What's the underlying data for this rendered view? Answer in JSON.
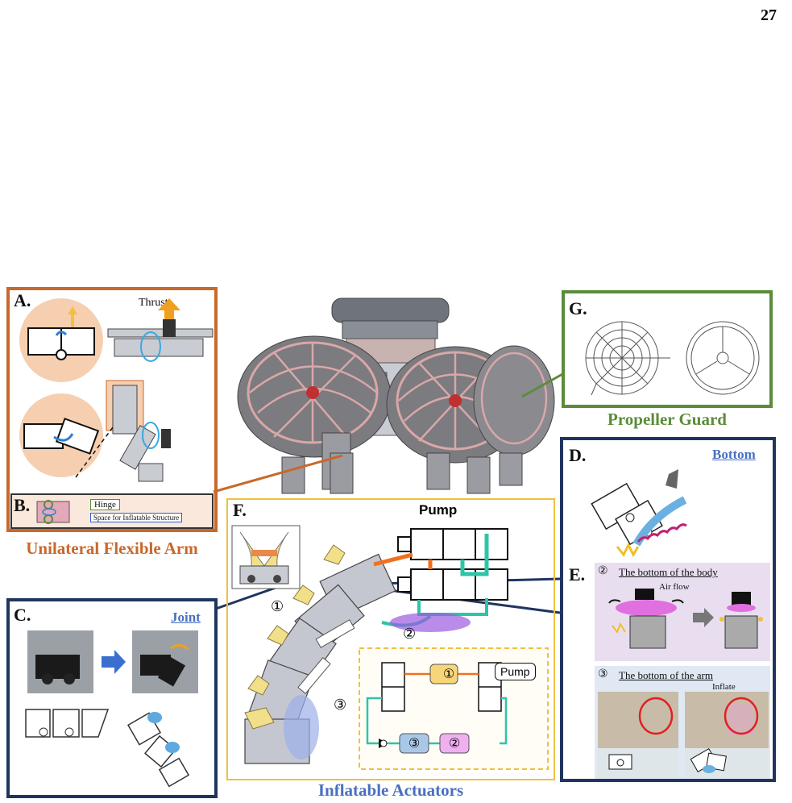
{
  "page_number": "27",
  "colors": {
    "orange": "#c8692b",
    "navy": "#1f3560",
    "green": "#5b8c3a",
    "yellow": "#f0c040",
    "blue_label": "#4a6fc1",
    "caption_blue": "#4a6fc1",
    "teal": "#2ec4a8",
    "pink": "#e6a3e6",
    "flesh": "#f6cfb1"
  },
  "panel_a": {
    "label": "A.",
    "thrust": "Thrust"
  },
  "panel_b": {
    "label": "B.",
    "hinge": "Hinge",
    "space": "Space for Inflatable Structure"
  },
  "arm_caption": "Unilateral Flexible Arm",
  "panel_c": {
    "label": "C.",
    "title": "Joint"
  },
  "panel_f": {
    "label": "F.",
    "pump": "Pump",
    "markers": [
      "①",
      "②",
      "③"
    ],
    "circuit": {
      "pump": "Pump",
      "node1": "①",
      "node2": "②",
      "node3": "③"
    }
  },
  "inflatable_caption": "Inflatable Actuators",
  "panel_g": {
    "label": "G."
  },
  "guard_caption": "Propeller Guard",
  "panel_d": {
    "label": "D.",
    "title": "Bottom"
  },
  "panel_e": {
    "label": "E.",
    "body_num": "②",
    "body_title": "The bottom of the body",
    "airflow": "Air flow",
    "arm_num": "③",
    "arm_title": "The bottom of the arm",
    "inflate": "Inflate"
  }
}
